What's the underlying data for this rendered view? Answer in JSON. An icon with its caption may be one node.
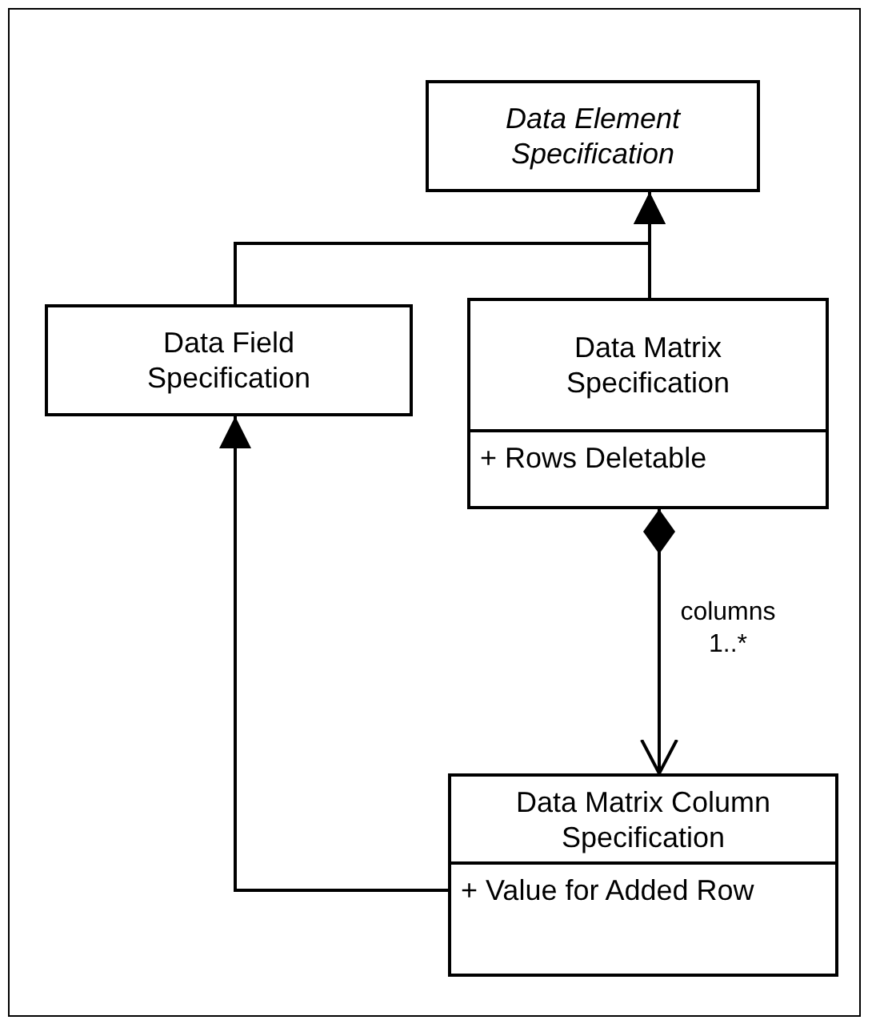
{
  "diagram": {
    "nodes": [
      {
        "text": [
          "Data Element Specification"
        ]
      },
      {
        "text": [
          "Data Field Specification"
        ]
      },
      {
        "text": [
          "Data Matrix Specification",
          "+ Rows Deletable"
        ]
      },
      {
        "text": [
          "Data Matrix Column Specification",
          "+ Value for Added Row"
        ]
      }
    ],
    "edges": [
      {
        "from": 1,
        "to": 0,
        "arrow": "to"
      },
      {
        "from": 2,
        "to": 0,
        "arrow": "to"
      },
      {
        "from": 3,
        "to": 1,
        "arrow": "to"
      },
      {
        "from": 2,
        "to": 3,
        "arrow": "to",
        "label": "columns 1..*"
      }
    ]
  }
}
